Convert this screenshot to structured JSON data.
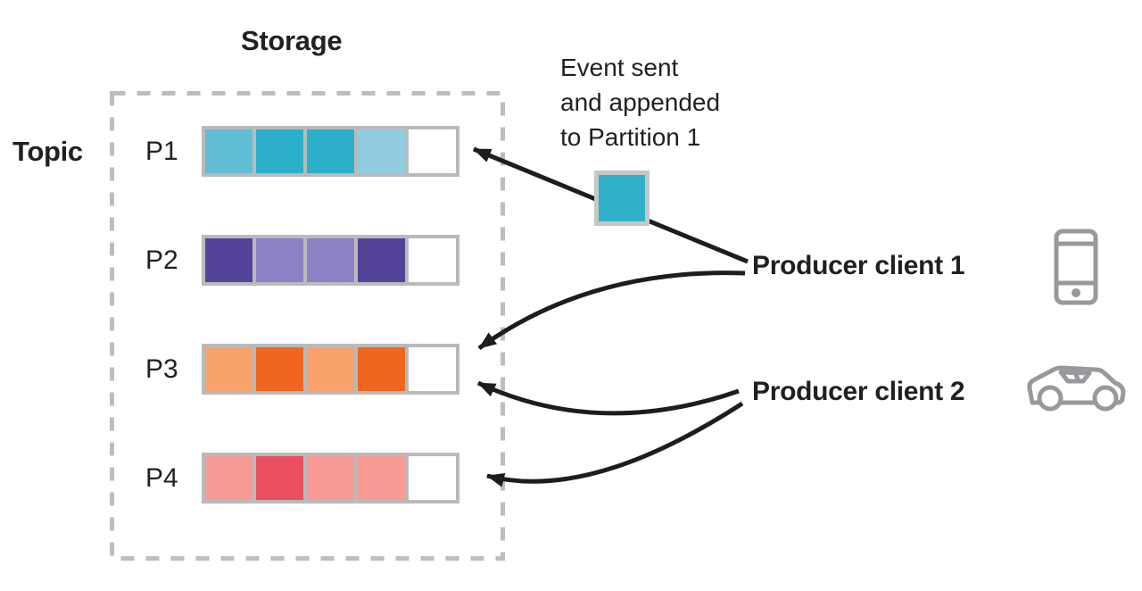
{
  "diagram": {
    "storage_title": "Storage",
    "topic_label": "Topic",
    "event_note": "Event sent\nand appended\nto Partition 1",
    "producer1_label": "Producer client 1",
    "producer2_label": "Producer client 2",
    "partitions": [
      {
        "label": "P1",
        "cells": [
          "#5fbdd4",
          "#2cafc8",
          "#2cafc8",
          "#90cbdf",
          "#ffffff"
        ]
      },
      {
        "label": "P2",
        "cells": [
          "#544399",
          "#8d80c5",
          "#8d80c5",
          "#544399",
          "#ffffff"
        ]
      },
      {
        "label": "P3",
        "cells": [
          "#f9a26b",
          "#f1661f",
          "#f9a26b",
          "#f1661f",
          "#ffffff"
        ]
      },
      {
        "label": "P4",
        "cells": [
          "#f89b94",
          "#e94f5e",
          "#f89b94",
          "#f89b94",
          "#ffffff"
        ]
      }
    ],
    "event_square_color": "#2fb0c9",
    "icons": {
      "producer1": "phone-icon",
      "producer2": "car-icon"
    },
    "colors": {
      "text": "#231f20",
      "arrow": "#1d1d1b",
      "frame_gray": "#bdbdbe",
      "row_border_gray": "#b9babb",
      "icon_gray": "#97999c",
      "event_border_gray": "#c6c7c8"
    }
  }
}
